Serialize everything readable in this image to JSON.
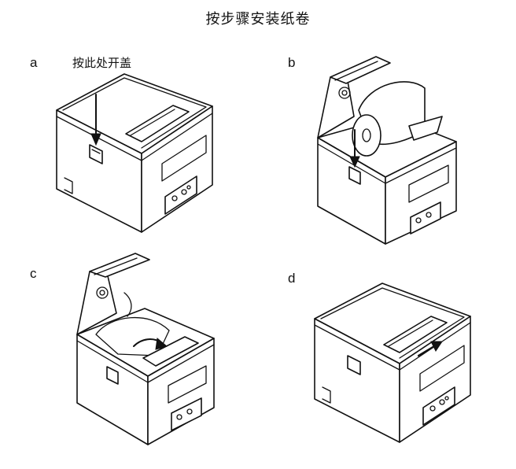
{
  "title": "按步骤安装纸卷",
  "steps": [
    {
      "letter": "a",
      "hint": "按此处开盖"
    },
    {
      "letter": "b"
    },
    {
      "letter": "c"
    },
    {
      "letter": "d"
    }
  ]
}
